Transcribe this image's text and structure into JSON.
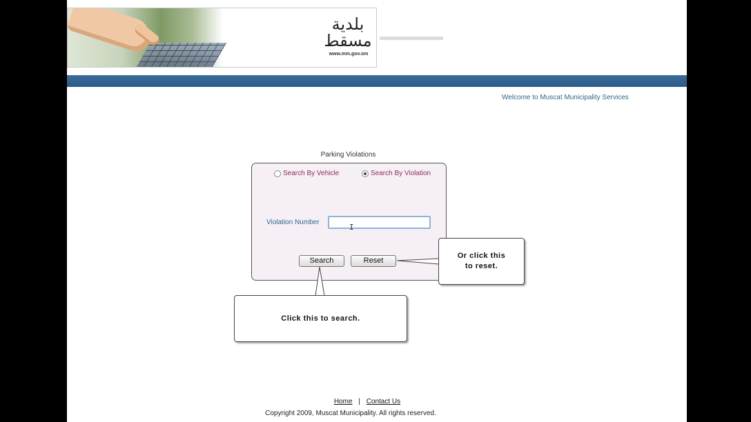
{
  "header": {
    "logo_text": "بلدية\nمسقط",
    "logo_url": "www.mm.gov.om",
    "welcome": "Welcome to Muscat Municipality Services"
  },
  "form": {
    "title": "Parking Violations",
    "radio_vehicle": "Search By Vehicle",
    "radio_violation": "Search By Violation",
    "selected": "Search By Violation",
    "field_label": "Violation Number",
    "field_value": "",
    "cursor_glyph": "I",
    "search_label": "Search",
    "reset_label": "Reset"
  },
  "callouts": {
    "reset_text": "Or click this\nto reset.",
    "search_text": "Click this to search."
  },
  "footer": {
    "home": "Home",
    "separator": "|",
    "contact": "Contact Us",
    "copyright": "Copyright 2009, Muscat Municipality. All rights reserved."
  },
  "colors": {
    "accent_blue": "#2a5a88",
    "label_teal": "#2a6b86",
    "radio_text": "#8c2d58",
    "form_bg": "#f6eff6"
  }
}
